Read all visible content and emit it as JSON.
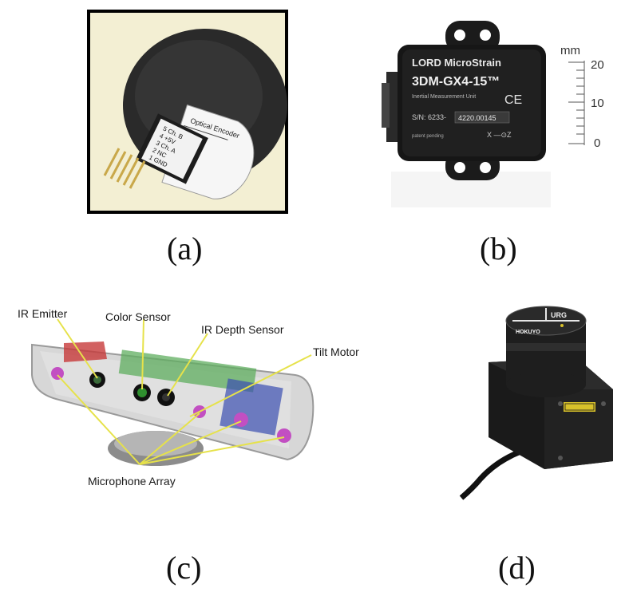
{
  "panels": {
    "a": {
      "caption": "(a)",
      "label_header": "Optical Encoder",
      "pins": [
        "5 Ch. B",
        "4 +5V",
        "3 Ch. A",
        "2 NC",
        "1 GND"
      ]
    },
    "b": {
      "caption": "(b)",
      "brand": "LORD MicroStrain",
      "model": "3DM-GX4-15™",
      "subtitle": "Inertial Measurement Unit",
      "sn_prefix": "S/N: 6233-",
      "sn_value": "4220.00145",
      "patent": "patent pending",
      "ce_mark": "CE",
      "axis_text": "X —⊙Z",
      "ruler_unit": "mm",
      "ruler_ticks": [
        "20",
        "10",
        "0"
      ]
    },
    "c": {
      "caption": "(c)",
      "callouts": {
        "ir_emitter": "IR Emitter",
        "color_sensor": "Color Sensor",
        "ir_depth": "IR Depth Sensor",
        "tilt_motor": "Tilt Motor",
        "mic_array": "Microphone Array"
      }
    },
    "d": {
      "caption": "(d)",
      "top_text": "URG",
      "side_text": "HOKUYO"
    }
  }
}
